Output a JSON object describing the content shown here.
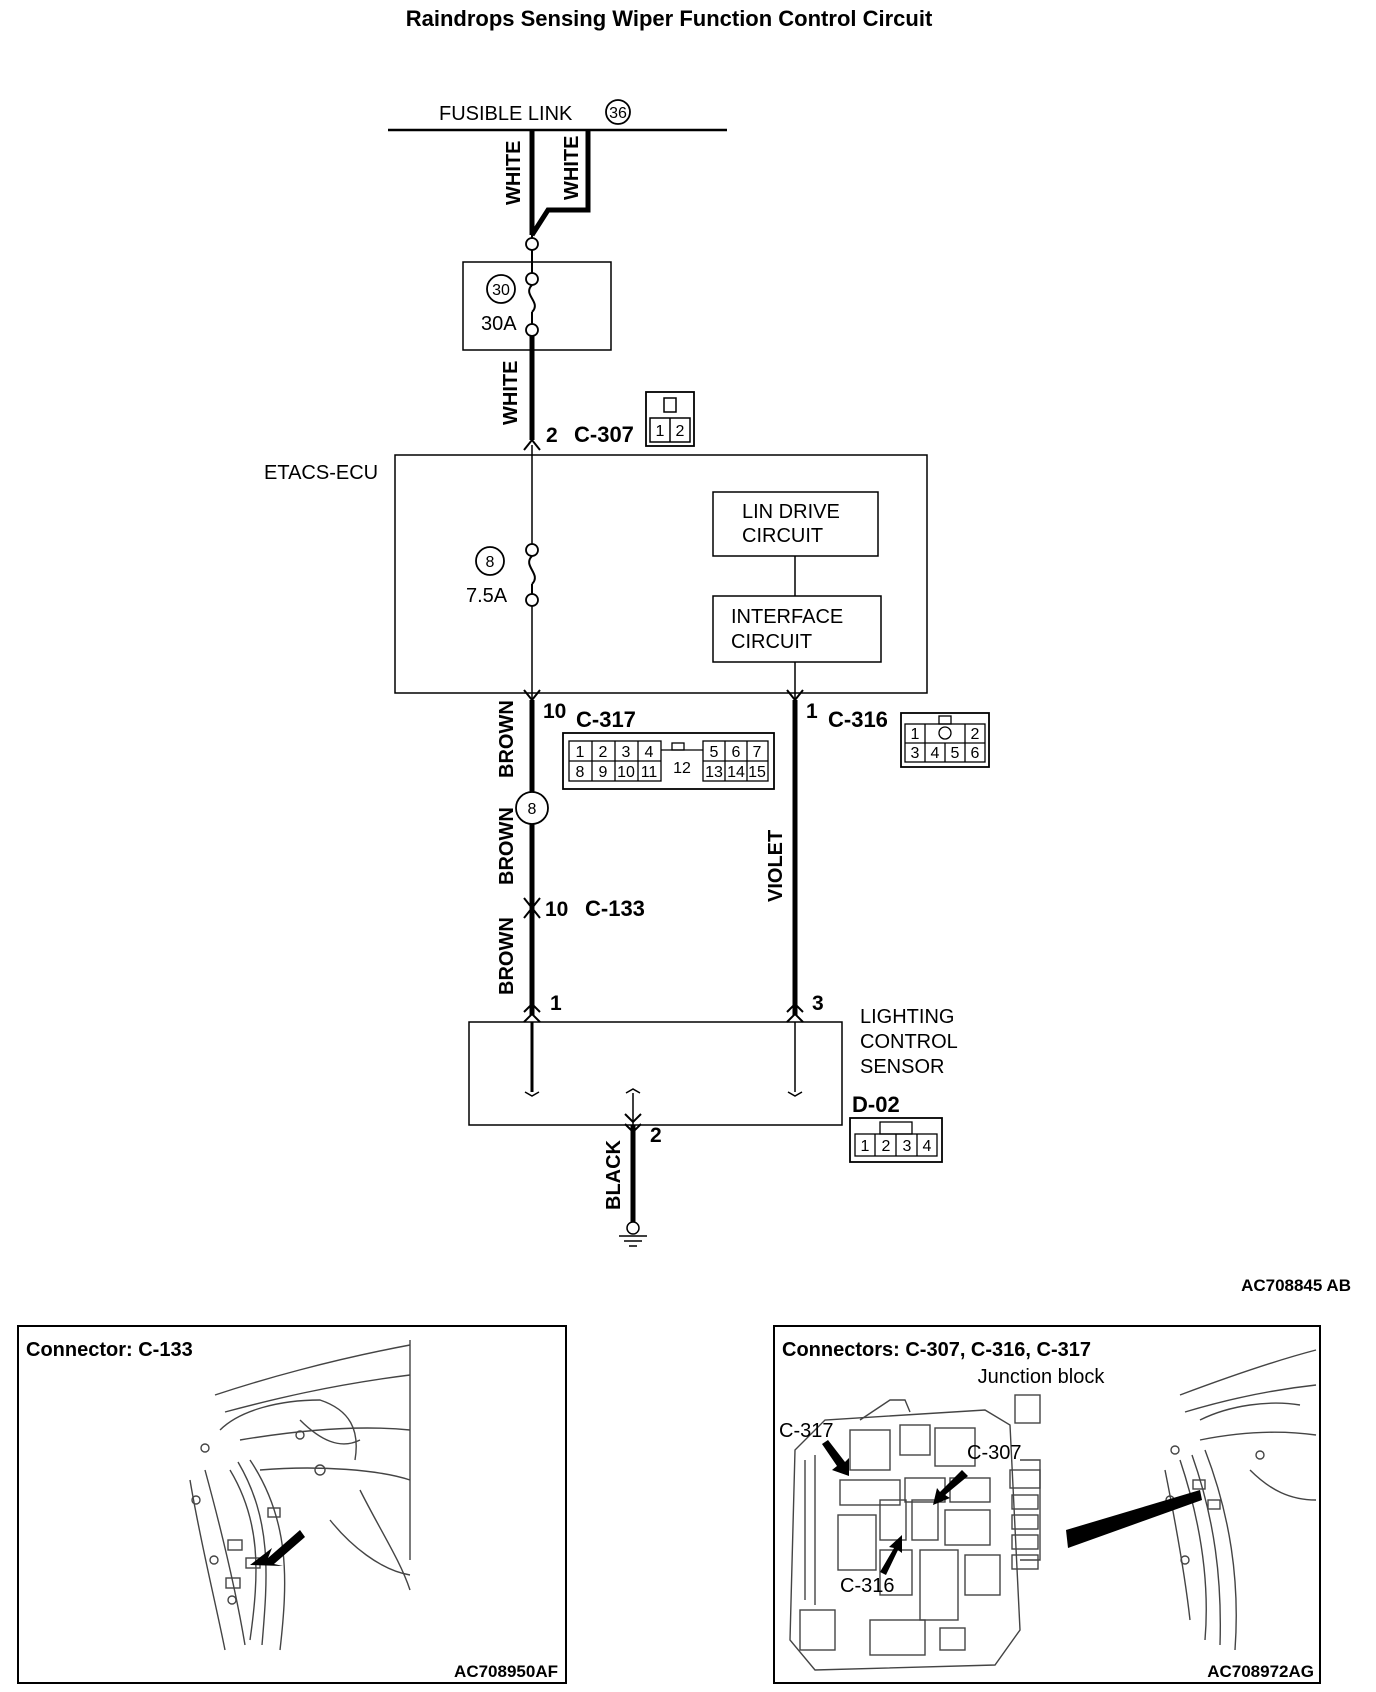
{
  "title": "Raindrops Sensing Wiper Function Control Circuit",
  "fusible_link": {
    "label": "FUSIBLE LINK",
    "number": "36"
  },
  "wire_colors": {
    "white": "WHITE",
    "brown": "BROWN",
    "violet": "VIOLET",
    "black": "BLACK"
  },
  "fuse_30": {
    "number": "30",
    "rating": "30A"
  },
  "fuse_8": {
    "number": "8",
    "rating": "7.5A"
  },
  "splice_8": "8",
  "ecu": {
    "label": "ETACS-ECU",
    "lin_drive": [
      "LIN DRIVE",
      "CIRCUIT"
    ],
    "interface": [
      "INTERFACE",
      "CIRCUIT"
    ]
  },
  "c307": {
    "name": "C-307",
    "pin": "2",
    "pins": [
      "1",
      "2"
    ]
  },
  "c317": {
    "name": "C-317",
    "pin": "10",
    "row1": [
      "1",
      "2",
      "3",
      "4",
      "5",
      "6",
      "7"
    ],
    "row2": [
      "8",
      "9",
      "10",
      "11",
      "13",
      "14",
      "15"
    ],
    "center": "12"
  },
  "c316": {
    "name": "C-316",
    "pin": "1",
    "row1": [
      "1",
      "2"
    ],
    "row2": [
      "3",
      "4",
      "5",
      "6"
    ]
  },
  "c133": {
    "name": "C-133",
    "pin": "10"
  },
  "sensor": {
    "label": [
      "LIGHTING",
      "CONTROL",
      "SENSOR"
    ],
    "connector": "D-02",
    "pin_left": "1",
    "pin_right": "3",
    "pin_ground": "2",
    "pins": [
      "1",
      "2",
      "3",
      "4"
    ]
  },
  "diagram_code": "AC708845 AB",
  "panel_left": {
    "title": "Connector: C-133",
    "code": "AC708950AF"
  },
  "panel_right": {
    "title": "Connectors: C-307, C-316, C-317",
    "subtitle": "Junction block",
    "callouts": [
      "C-317",
      "C-307",
      "C-316"
    ],
    "code": "AC708972AG"
  },
  "colors": {
    "line": "#000000",
    "background": "#ffffff",
    "sketch": "#444444"
  }
}
